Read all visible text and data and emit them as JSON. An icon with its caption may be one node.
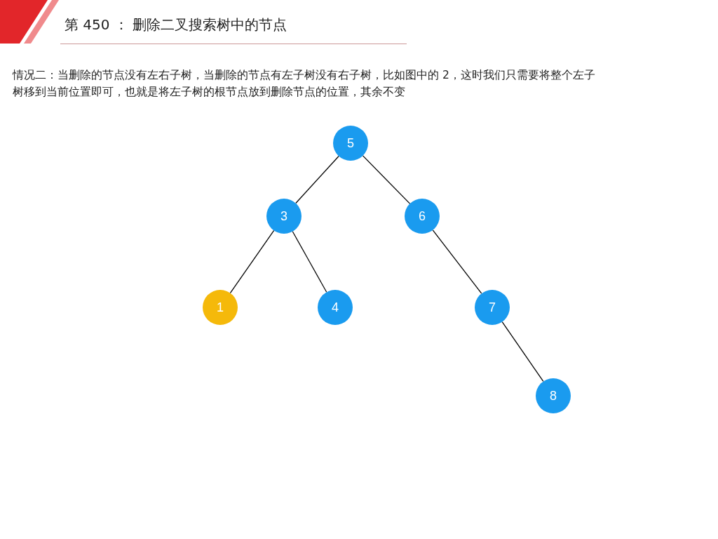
{
  "diagram": {
    "title": "第 450 ： 删除二叉搜索树中的节点",
    "nodes": [
      {
        "text": [
          "5"
        ]
      },
      {
        "text": [
          "3"
        ]
      },
      {
        "text": [
          "6"
        ]
      },
      {
        "text": [
          "1"
        ]
      },
      {
        "text": [
          "4"
        ]
      },
      {
        "text": [
          "7"
        ]
      },
      {
        "text": [
          "8"
        ]
      }
    ],
    "edges": [
      {
        "from": 0,
        "to": 1,
        "arrow": "none"
      },
      {
        "from": 0,
        "to": 2,
        "arrow": "none"
      },
      {
        "from": 1,
        "to": 3,
        "arrow": "none"
      },
      {
        "from": 1,
        "to": 4,
        "arrow": "none"
      },
      {
        "from": 2,
        "to": 5,
        "arrow": "none"
      },
      {
        "from": 5,
        "to": 6,
        "arrow": "none"
      }
    ],
    "labels": [
      "情况二：当删除的节点没有左右子树，当删除的节点有左子树没有右子树，比如图中的 2，这时我们只需要将整个左子树移到当前位置即可，也就是将左子树的根节点放到删除节点的位置，其余不变"
    ]
  }
}
